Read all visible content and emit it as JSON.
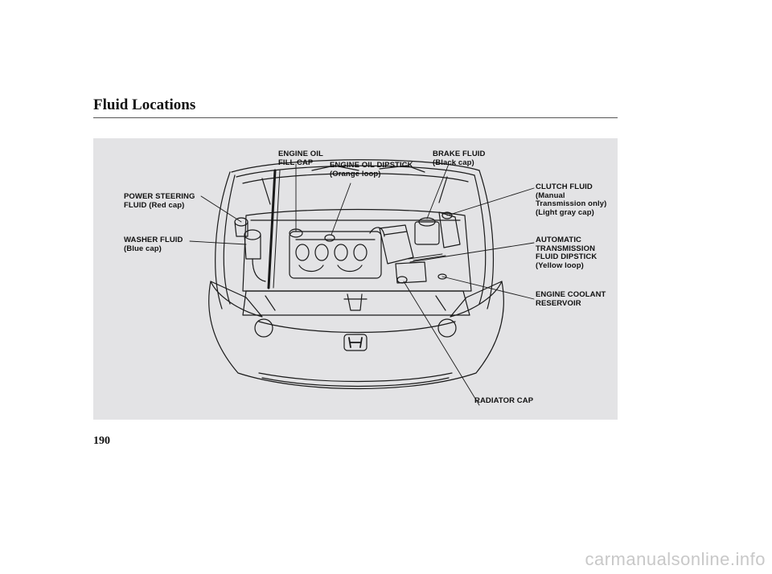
{
  "page": {
    "title": "Fluid Locations",
    "number": "190",
    "watermark": "carmanualsonline.info"
  },
  "labels": {
    "power_steering": "POWER STEERING\nFLUID (Red cap)",
    "washer": "WASHER FLUID\n(Blue cap)",
    "oil_fill": "ENGINE OIL\nFILL CAP",
    "oil_dipstick": "ENGINE OIL DIPSTICK\n(Orange loop)",
    "brake": "BRAKE FLUID\n(Black cap)",
    "clutch": "CLUTCH FLUID\n(Manual\nTransmission only)\n(Light gray cap)",
    "atf": "AUTOMATIC\nTRANSMISSION\nFLUID DIPSTICK\n(Yellow loop)",
    "coolant": "ENGINE COOLANT\nRESERVOIR",
    "radiator": "RADIATOR CAP"
  },
  "colors": {
    "figure_bg": "#e3e3e5",
    "line": "#1a1a1a",
    "watermark": "#c8c8c8"
  }
}
